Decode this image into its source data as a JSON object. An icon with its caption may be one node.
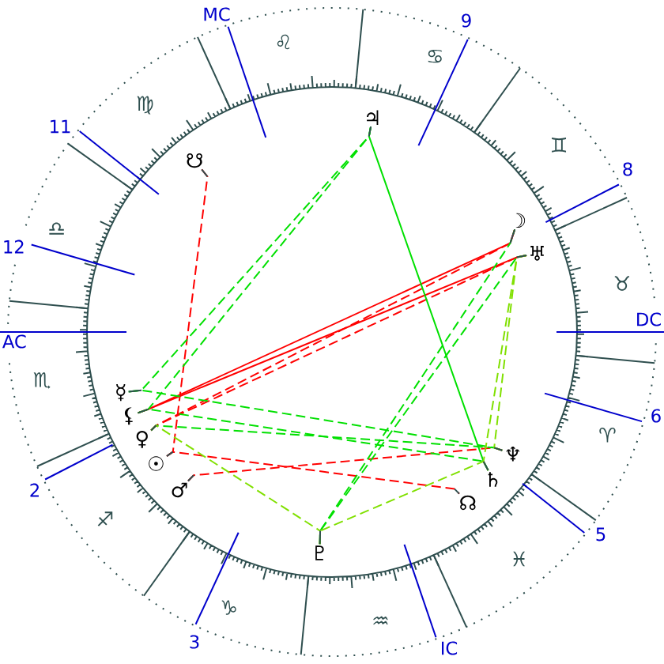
{
  "diagram": {
    "nodes": [
      {
        "text": [
          "♃"
        ]
      },
      {
        "text": [
          "☋"
        ]
      },
      {
        "text": [
          "☽"
        ]
      },
      {
        "text": [
          "♅"
        ]
      },
      {
        "text": [
          "☿"
        ]
      },
      {
        "text": [
          "⚸"
        ]
      },
      {
        "text": [
          "♀"
        ]
      },
      {
        "text": [
          "♆"
        ]
      },
      {
        "text": [
          "☉"
        ]
      },
      {
        "text": [
          "♄"
        ]
      },
      {
        "text": [
          "♂"
        ]
      },
      {
        "text": [
          "☊"
        ]
      },
      {
        "text": [
          "♇"
        ]
      }
    ],
    "edges": [
      {
        "from": 5,
        "to": 2,
        "arrow": "none",
        "color": "#ff0000"
      },
      {
        "from": 5,
        "to": 3,
        "arrow": "none",
        "color": "#ff0000"
      },
      {
        "from": 6,
        "to": 2,
        "arrow": "none",
        "style": "dashed",
        "color": "#ff0000"
      },
      {
        "from": 6,
        "to": 3,
        "arrow": "none",
        "style": "dashed",
        "color": "#ff0000"
      },
      {
        "from": 1,
        "to": 8,
        "arrow": "none",
        "style": "dashed",
        "color": "#ff0000"
      },
      {
        "from": 8,
        "to": 11,
        "arrow": "none",
        "style": "dashed",
        "color": "#ff0000"
      },
      {
        "from": 10,
        "to": 7,
        "arrow": "none",
        "style": "dashed",
        "color": "#ff0000"
      },
      {
        "from": 0,
        "to": 9,
        "arrow": "none",
        "color": "#00e000"
      },
      {
        "from": 0,
        "to": 4,
        "arrow": "none",
        "style": "dashed",
        "color": "#00e000"
      },
      {
        "from": 0,
        "to": 5,
        "arrow": "none",
        "style": "dashed",
        "color": "#00e000"
      },
      {
        "from": 4,
        "to": 7,
        "arrow": "none",
        "style": "dashed",
        "color": "#00e000"
      },
      {
        "from": 5,
        "to": 9,
        "arrow": "none",
        "style": "dashed",
        "color": "#00e000"
      },
      {
        "from": 6,
        "to": 7,
        "arrow": "none",
        "style": "dashed",
        "color": "#00e000"
      },
      {
        "from": 12,
        "to": 2,
        "arrow": "none",
        "style": "dashed",
        "color": "#00e000"
      },
      {
        "from": 12,
        "to": 3,
        "arrow": "none",
        "style": "dashed",
        "color": "#00e000"
      },
      {
        "from": 3,
        "to": 7,
        "arrow": "none",
        "style": "dashed",
        "color": "#80e000"
      },
      {
        "from": 3,
        "to": 9,
        "arrow": "none",
        "style": "dashed",
        "color": "#80e000"
      },
      {
        "from": 6,
        "to": 12,
        "arrow": "none",
        "style": "dashed",
        "color": "#80e000"
      },
      {
        "from": 12,
        "to": 9,
        "arrow": "none",
        "style": "dashed",
        "color": "#80e000"
      }
    ],
    "labels": [
      "MC",
      "9",
      "♌",
      "♋",
      "♍",
      "11",
      "♊",
      "8",
      "♎",
      "12",
      "♉",
      "DC",
      "AC",
      "♏",
      "6",
      "♈",
      "2",
      "♐",
      "5",
      "♓",
      "♑",
      "♒",
      "3",
      "IC"
    ]
  }
}
